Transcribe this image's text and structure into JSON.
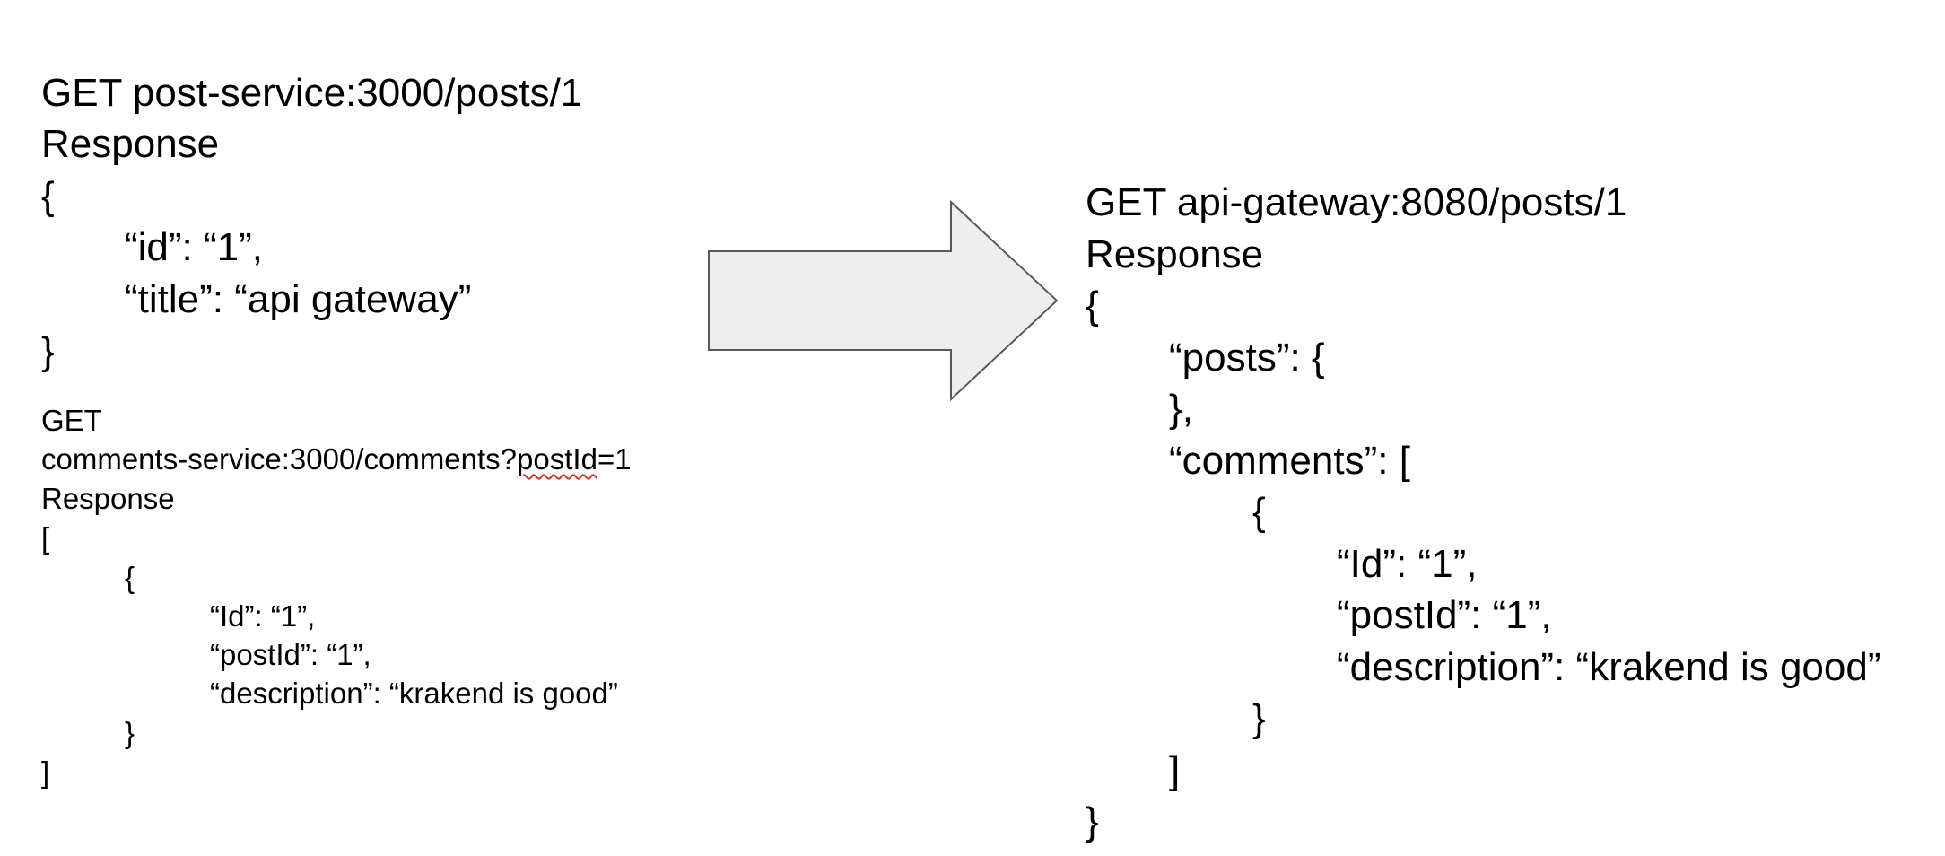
{
  "left_top": {
    "request": "GET post-service:3000/posts/1",
    "response_label": "Response",
    "open_brace": "{",
    "field_id": "“id”: “1”,",
    "field_title": "“title”: “api gateway”",
    "close_brace": "}"
  },
  "left_bottom": {
    "method": "GET",
    "url_prefix": "comments-service:3000/comments?",
    "url_param": "postId",
    "url_suffix": "=1",
    "response_label": "Response",
    "open_bracket": "[",
    "open_brace": "{",
    "field_id": "“Id”: “1”,",
    "field_post_id": "“postId”: “1”,",
    "field_description": "“description”: “krakend is good”",
    "close_brace": "}",
    "close_bracket": "]"
  },
  "right": {
    "request": "GET api-gateway:8080/posts/1",
    "response_label": "Response",
    "open_brace": "{",
    "posts_key": "“posts”: {",
    "posts_close": "},",
    "comments_key": "“comments”: [",
    "comment_open": "{",
    "field_id": "“Id”: “1”,",
    "field_post_id": "“postId”: “1”,",
    "field_description": "“description”: “krakend is good”",
    "comment_close": "}",
    "comments_close": "]",
    "close_brace": "}"
  },
  "arrow": {
    "fill": "#eeeeee",
    "stroke": "#595959"
  }
}
